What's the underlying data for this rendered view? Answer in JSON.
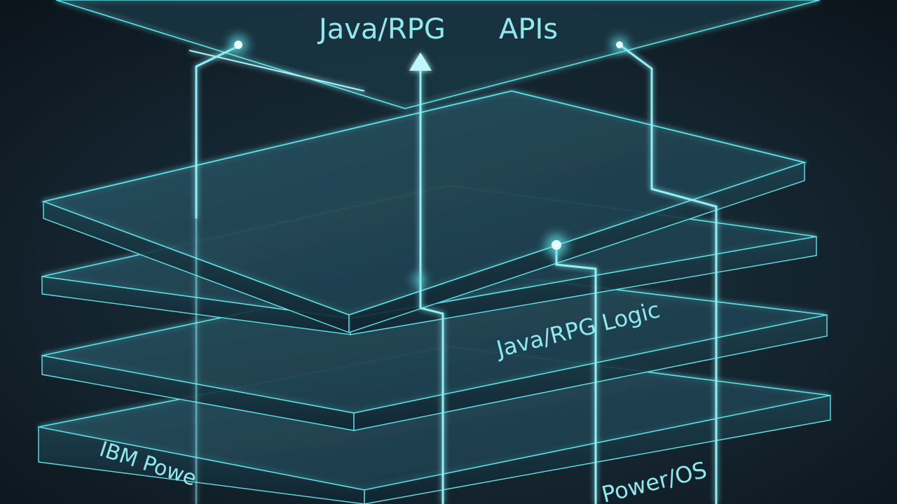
{
  "diagram": {
    "layers": [
      {
        "id": "top",
        "labels": [
          "Java/RPG",
          "APIs"
        ]
      },
      {
        "id": "logic",
        "labels": [
          "Java/RPG Logic"
        ]
      },
      {
        "id": "middle",
        "labels": []
      },
      {
        "id": "base",
        "labels": [
          "IBM Powe",
          "Power/OS"
        ]
      }
    ],
    "colors": {
      "background": "#0f1a22",
      "panel_fill": "#1e3a46",
      "edge": "#5fe3ea",
      "glow": "#a8f6ff",
      "text": "#8fe9ee"
    }
  }
}
